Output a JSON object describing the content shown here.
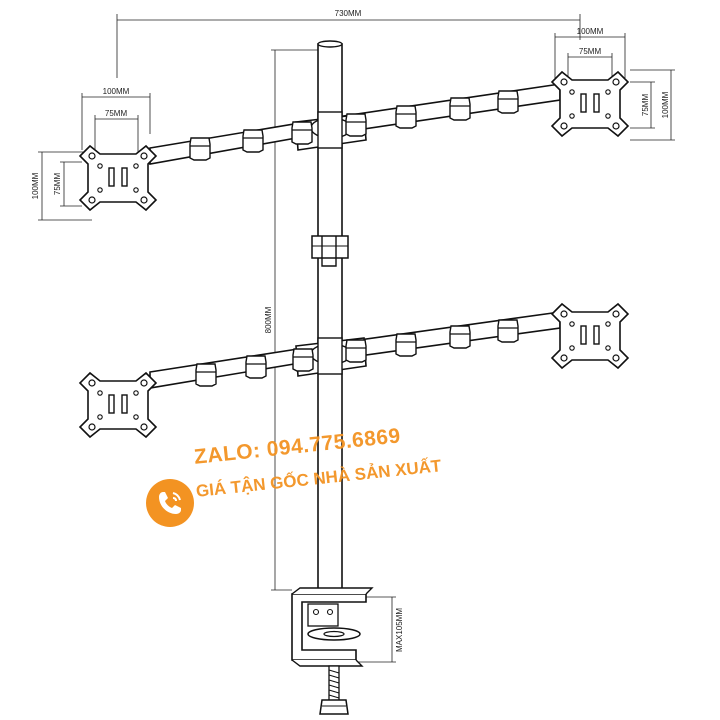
{
  "dimensions": {
    "total_width": "730MM",
    "left_top_outer": "100MM",
    "left_top_inner": "75MM",
    "left_side_outer": "100MM",
    "left_side_inner": "75MM",
    "right_top_outer": "100MM",
    "right_top_inner": "75MM",
    "right_side_inner": "75MM",
    "right_side_outer": "100MM",
    "pole_height": "800MM",
    "clamp_max": "MAX105MM"
  },
  "watermark": {
    "line1": "ZALO: 094.775.6869",
    "line2": "GIÁ TẬN GỐC NHÀ SẢN XUẤT",
    "color": "#f39322",
    "icon": "phone-icon"
  }
}
